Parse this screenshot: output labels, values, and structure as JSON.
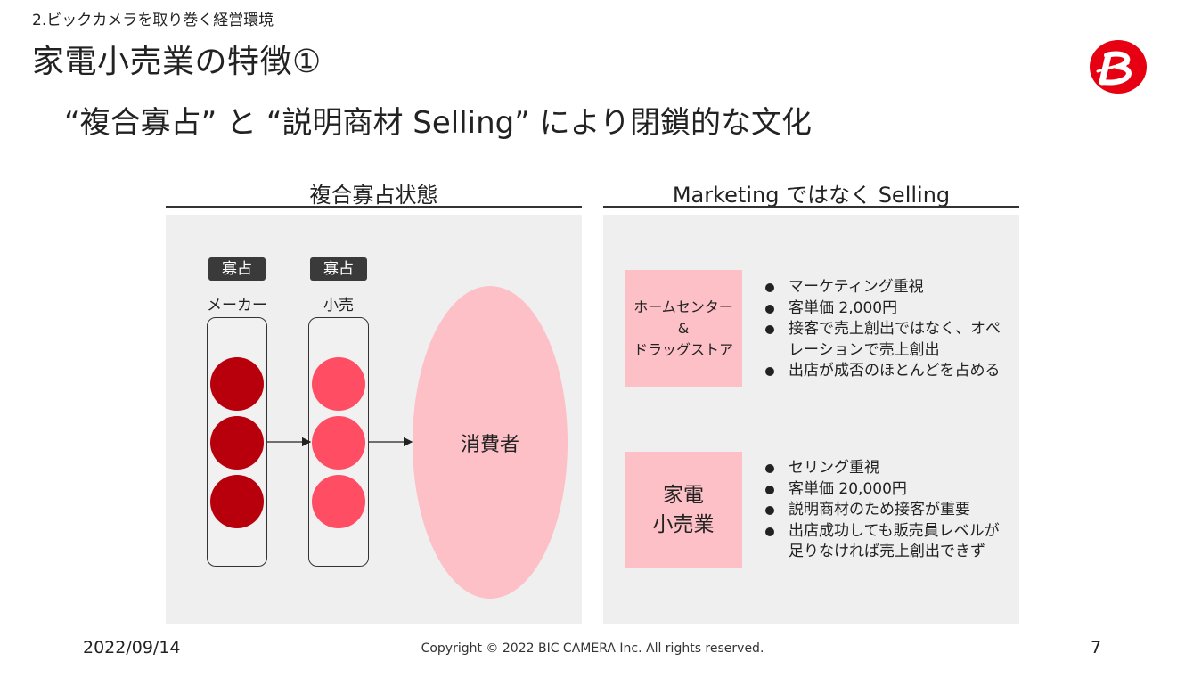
{
  "header": {
    "section_label": "2.ビックカメラを取り巻く経営環境",
    "title": "家電小売業の特徴①",
    "subtitle": "“複合寡占” と “説明商材 Selling” により閉鎖的な文化"
  },
  "logo": {
    "icon": "bic-camera-b-logo",
    "color": "#e60012"
  },
  "left_panel": {
    "heading": "複合寡占状態",
    "maker": {
      "tag": "寡占",
      "label": "メーカー",
      "color": "#b8000c"
    },
    "retail": {
      "tag": "寡占",
      "label": "小売",
      "color": "#ff4d63"
    },
    "consumer": {
      "label": "消費者",
      "color": "#fdc0c7"
    }
  },
  "right_panel": {
    "heading": "Marketing ではなく Selling",
    "home_center": {
      "label_lines": [
        "ホームセンター",
        "&",
        "ドラッグストア"
      ],
      "bullets": [
        "マーケティング重視",
        "客単価 2,000円",
        "接客で売上創出ではなく、オペレーションで売上創出",
        "出店が成否のほとんどを占める"
      ]
    },
    "electronics_retail": {
      "label_lines": [
        "家電",
        "小売業"
      ],
      "bullets": [
        "セリング重視",
        "客単価 20,000円",
        "説明商材のため接客が重要",
        "出店成功しても販売員レベルが足りなければ売上創出できず"
      ]
    }
  },
  "footer": {
    "date": "2022/09/14",
    "copyright": "Copyright © 2022 BIC CAMERA Inc. All rights reserved.",
    "page": "7"
  }
}
